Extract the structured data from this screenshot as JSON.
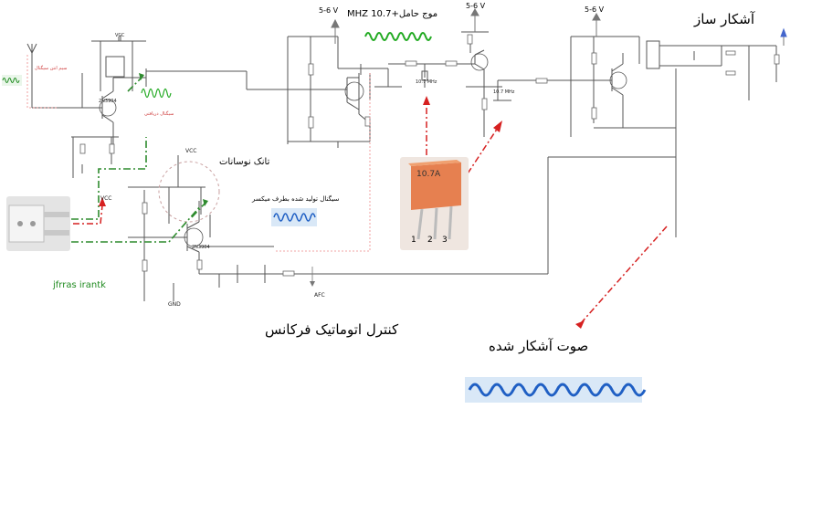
{
  "labels": {
    "v_top_left": "5-6 V",
    "carrier": "موج حامل+10.7 MHZ",
    "v_top_mid": "5-6 V",
    "v_top_right": "5-6 V",
    "detector": "آشکار ساز",
    "vcc_top": "VCC",
    "vcc_osc": "VCC",
    "vcc_conn": "VCC",
    "tank": "تانک نوسانات",
    "mixer_signal": "سیگنال تولید شده بطرف میکسر",
    "author": "jfrras irantk",
    "gnd": "GND",
    "afc_tag": "AFC",
    "afc": "کنترل اتوماتیک فرکانس",
    "detected_audio": "صوت آشکار شده",
    "filter_part": "10.7A",
    "pin1": "1",
    "pin2": "2",
    "pin3": "3",
    "q1": "2N3904",
    "q2": "2N3904",
    "ant_note": "سیم انتن سیگنال",
    "rf_note": "سیگنال دریافتی",
    "fifteen": "10.7 MHz",
    "fifteen2": "10.7 MHz"
  },
  "colors": {
    "wire": "#555555",
    "green_dash": "#2e8b2e",
    "red_dash": "#d62020",
    "blue_wave": "#1f5fc4",
    "green_wave": "#22aa22"
  }
}
